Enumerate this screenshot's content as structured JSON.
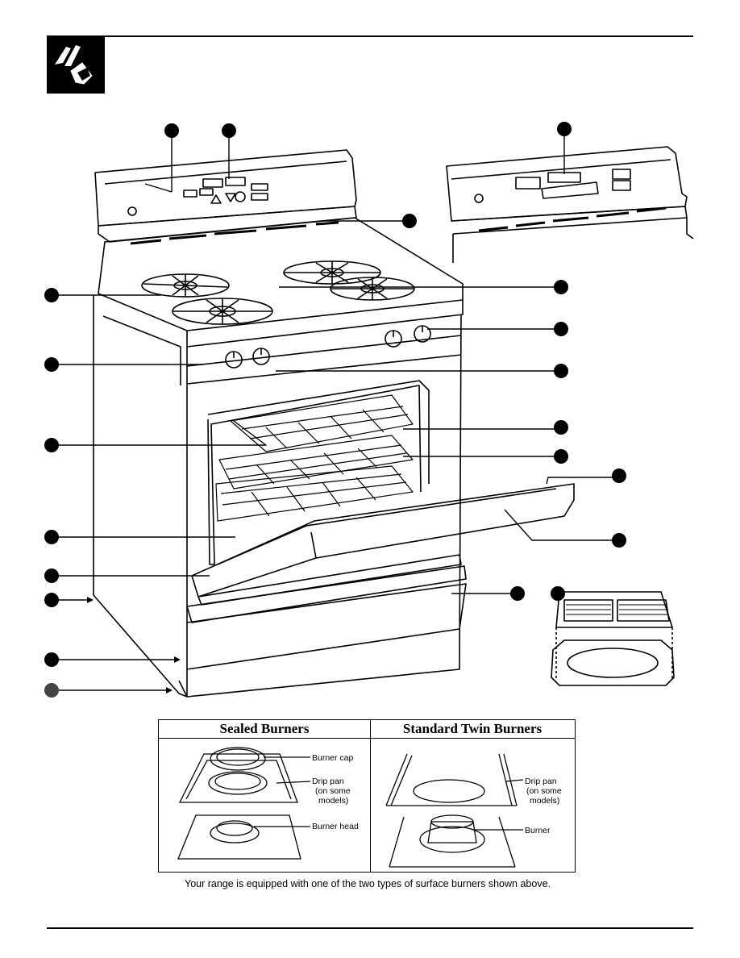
{
  "sections": {
    "sealed_title": "Sealed Burners",
    "twin_title": "Standard Twin Burners"
  },
  "sealed_labels": {
    "cap": "Burner cap",
    "drip_line1": "Drip pan",
    "drip_line2": "(on some",
    "drip_line3": "models)",
    "head": "Burner head"
  },
  "twin_labels": {
    "drip_line1": "Drip pan",
    "drip_line2": "(on some",
    "drip_line3": "models)",
    "burner": "Burner"
  },
  "caption": "Your range is equipped with one of the two types of surface burners shown above.",
  "icons": [
    "hand-pointer-icon"
  ],
  "colors": {
    "ink": "#000000",
    "paper": "#ffffff",
    "marker": "#000000"
  }
}
